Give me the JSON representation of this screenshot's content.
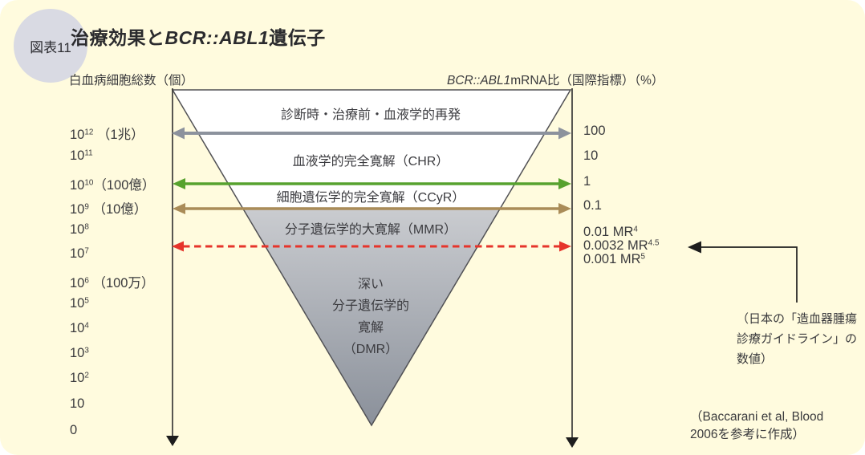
{
  "figure": {
    "badge_label": "図表11",
    "title": {
      "prefix": "治療効果と",
      "gene": "BCR::ABL1",
      "suffix": "遺伝子"
    }
  },
  "axes": {
    "left_header": "白血病細胞総数（個）",
    "right_header_gene": "BCR::ABL1",
    "right_header_rest": "mRNA比（国際指標）（%）"
  },
  "left_scale": [
    {
      "base": "10",
      "sup": "12",
      "note": " （1兆）"
    },
    {
      "base": "10",
      "sup": "11",
      "note": ""
    },
    {
      "base": "10",
      "sup": "10",
      "note": "（100億）"
    },
    {
      "base": "10",
      "sup": "9",
      "note": " （10億）"
    },
    {
      "base": "10",
      "sup": "8",
      "note": ""
    },
    {
      "base": "10",
      "sup": "7",
      "note": ""
    },
    {
      "base": "10",
      "sup": "6",
      "note": " （100万）"
    },
    {
      "base": "10",
      "sup": "5",
      "note": ""
    },
    {
      "base": "10",
      "sup": "4",
      "note": ""
    },
    {
      "base": "10",
      "sup": "3",
      "note": ""
    },
    {
      "base": "10",
      "sup": "2",
      "note": ""
    },
    {
      "base": "10",
      "sup": "",
      "note": ""
    },
    {
      "base": "0",
      "sup": "",
      "note": ""
    }
  ],
  "right_scale": [
    {
      "text": "100",
      "sup": ""
    },
    {
      "text": "10",
      "sup": ""
    },
    {
      "text": "1",
      "sup": ""
    },
    {
      "text": "0.1",
      "sup": ""
    },
    {
      "text": "0.01 MR",
      "sup": "4"
    },
    {
      "text": "0.0032 MR",
      "sup": "4.5"
    },
    {
      "text": "0.001 MR",
      "sup": "5"
    }
  ],
  "funnel": {
    "bands": [
      "診断時・治療前・血液学的再発",
      "血液学的完全寛解（CHR）",
      "細胞遺伝学的完全寛解（CCyR）",
      "分子遺伝学的大寛解（MMR）"
    ],
    "dmr": "深い\n分子遺伝学的\n寛解\n（DMR）"
  },
  "annotation": "（日本の「造血器腫瘍\n診療ガイドライン」の\n数値）",
  "citation": "（Baccarani et al, Blood\n2006を参考に作成）",
  "colors": {
    "panel_bg": "#FFFBDE",
    "hematologic_relapse_arrow": "#8C929D",
    "cytogenetic_arrow": "#57A22E",
    "molecular_arrow": "#AA8C58",
    "mmr_dashed_arrow": "#E6342B"
  }
}
